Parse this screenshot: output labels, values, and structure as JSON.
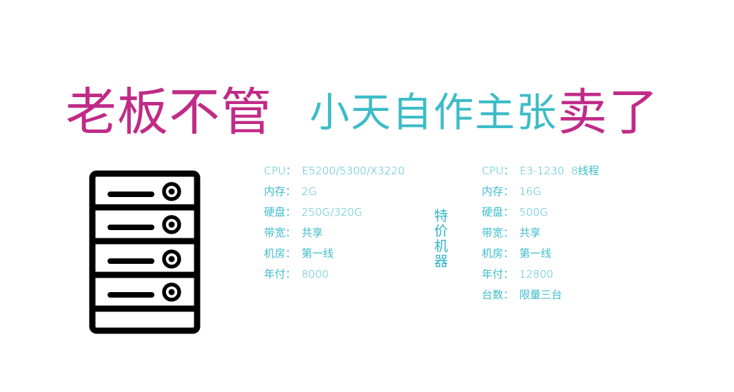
{
  "headline": {
    "left": "老板不管",
    "middle": "小天自作主张",
    "end": "卖了",
    "colors": {
      "magenta": "#c02b87",
      "teal": "#3cbcc8"
    }
  },
  "icon": "server-rack-icon",
  "middle_label": "特价机器",
  "left_specs": [
    {
      "label": "CPU：",
      "value": "E5200/5300/X3220"
    },
    {
      "label": "内存：",
      "value": "2G"
    },
    {
      "label": "硬盘：",
      "value": "250G/320G"
    },
    {
      "label": "带宽：",
      "value": "共享"
    },
    {
      "label": "机房：",
      "value": "第一线"
    },
    {
      "label": "年付：",
      "value": "8000"
    }
  ],
  "right_specs": [
    {
      "label": "CPU：",
      "value": "E3-1230  8线程"
    },
    {
      "label": "内存：",
      "value": "16G"
    },
    {
      "label": "硬盘：",
      "value": "500G"
    },
    {
      "label": "带宽：",
      "value": "共享"
    },
    {
      "label": "机房：",
      "value": "第一线"
    },
    {
      "label": "年付：",
      "value": "12800"
    },
    {
      "label": "台数：",
      "value": "限量三台"
    }
  ]
}
